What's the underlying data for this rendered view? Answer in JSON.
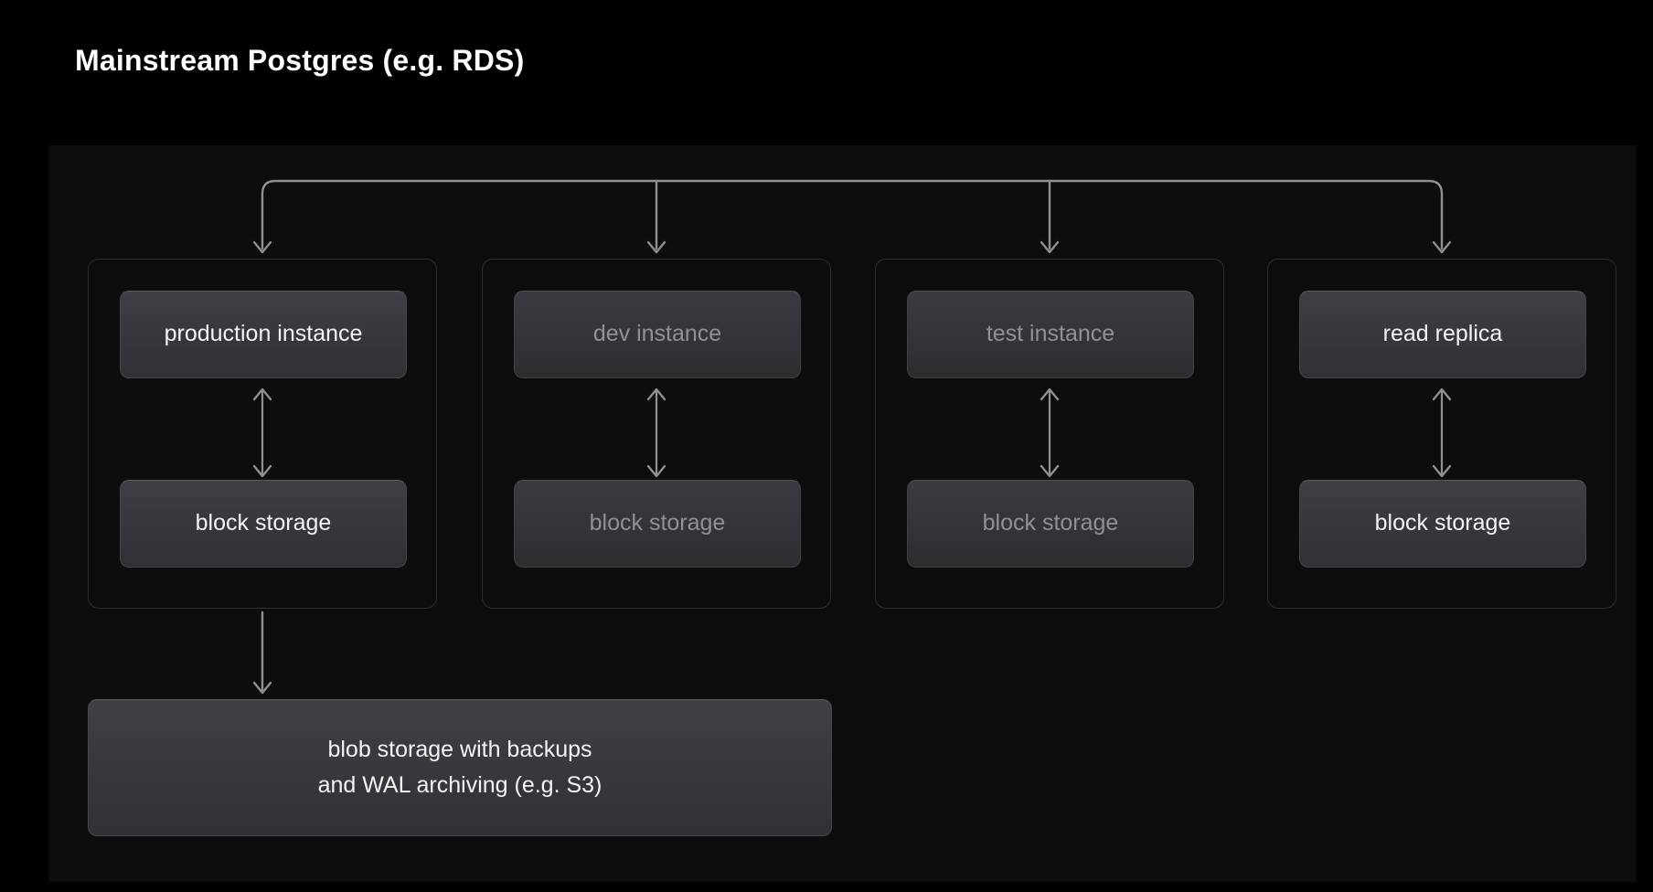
{
  "page": {
    "title": "Mainstream Postgres (e.g. RDS)",
    "background_color": "#000000",
    "panel_color": "#0c0d0d",
    "accent_line_color": "#8d9094",
    "text_bright_color": "#f4f4f5",
    "text_dim_color": "#8f9295",
    "card_border_color": "#45494e",
    "group_border_color": "#2c2e31"
  },
  "diagram": {
    "type": "architecture-tree",
    "root_label": "",
    "columns": [
      {
        "id": "production",
        "state": "highlighted",
        "instance_label": "production instance",
        "storage_label": "block storage",
        "link_type": "bidirectional-arrow"
      },
      {
        "id": "dev",
        "state": "dimmed",
        "instance_label": "dev instance",
        "storage_label": "block storage",
        "link_type": "bidirectional-arrow"
      },
      {
        "id": "test",
        "state": "dimmed",
        "instance_label": "test instance",
        "storage_label": "block storage",
        "link_type": "bidirectional-arrow"
      },
      {
        "id": "read-replica",
        "state": "highlighted",
        "instance_label": "read replica",
        "storage_label": "block storage",
        "link_type": "bidirectional-arrow"
      }
    ],
    "blob_storage": {
      "line1": "blob storage with backups",
      "line2": "and WAL archiving (e.g. S3)",
      "source_column": "production"
    }
  }
}
